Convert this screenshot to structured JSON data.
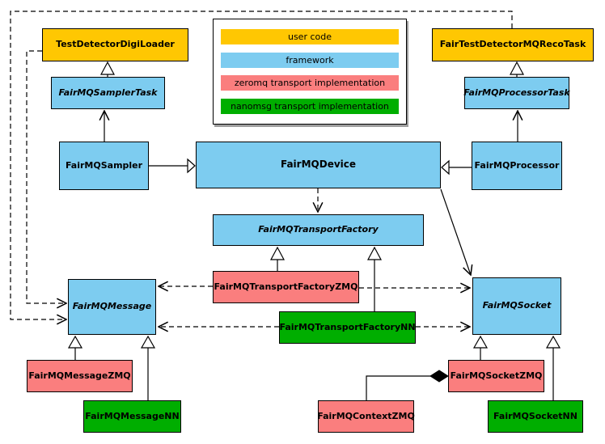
{
  "nodes": {
    "digiLoader": {
      "label": "TestDetectorDigiLoader",
      "category": "user code",
      "abstract": false
    },
    "recoTask": {
      "label": "FairTestDetectorMQRecoTask",
      "category": "user code",
      "abstract": false
    },
    "samplerTask": {
      "label": "FairMQSamplerTask",
      "category": "framework",
      "abstract": true
    },
    "processorTask": {
      "label": "FairMQProcessorTask",
      "category": "framework",
      "abstract": true
    },
    "sampler": {
      "label": "FairMQSampler",
      "category": "framework",
      "abstract": false
    },
    "device": {
      "label": "FairMQDevice",
      "category": "framework",
      "abstract": false
    },
    "processor": {
      "label": "FairMQProcessor",
      "category": "framework",
      "abstract": false
    },
    "transportFactory": {
      "label": "FairMQTransportFactory",
      "category": "framework",
      "abstract": true
    },
    "transportFactoryZMQ": {
      "label": "FairMQTransportFactoryZMQ",
      "category": "zeromq transport implementation",
      "abstract": false
    },
    "transportFactoryNN": {
      "label": "FairMQTransportFactoryNN",
      "category": "nanomsg transport implementation",
      "abstract": false
    },
    "message": {
      "label": "FairMQMessage",
      "category": "framework",
      "abstract": true
    },
    "socket": {
      "label": "FairMQSocket",
      "category": "framework",
      "abstract": true
    },
    "messageZMQ": {
      "label": "FairMQMessageZMQ",
      "category": "zeromq transport implementation",
      "abstract": false
    },
    "messageNN": {
      "label": "FairMQMessageNN",
      "category": "nanomsg transport implementation",
      "abstract": false
    },
    "socketZMQ": {
      "label": "FairMQSocketZMQ",
      "category": "zeromq transport implementation",
      "abstract": false
    },
    "contextZMQ": {
      "label": "FairMQContextZMQ",
      "category": "zeromq transport implementation",
      "abstract": false
    },
    "socketNN": {
      "label": "FairMQSocketNN",
      "category": "nanomsg transport implementation",
      "abstract": false
    }
  },
  "legend": {
    "items": [
      {
        "label": "user code",
        "color": "#FFC702"
      },
      {
        "label": "framework",
        "color": "#7DCCF0"
      },
      {
        "label": "zeromq transport implementation",
        "color": "#FA7E7E"
      },
      {
        "label": "nanomsg transport implementation",
        "color": "#00AE00"
      }
    ]
  },
  "relations": {
    "inheritance_solid_triangle": [
      "FairMQSamplerTask -> TestDetectorDigiLoader",
      "FairMQProcessorTask -> FairTestDetectorMQRecoTask",
      "FairMQSampler -> FairMQDevice",
      "FairMQProcessor -> FairMQDevice",
      "FairMQTransportFactoryZMQ -> FairMQTransportFactory",
      "FairMQTransportFactoryNN -> FairMQTransportFactory",
      "FairMQMessageZMQ -> FairMQMessage",
      "FairMQMessageNN -> FairMQMessage",
      "FairMQSocketZMQ -> FairMQSocket",
      "FairMQSocketNN -> FairMQSocket"
    ],
    "arrow_solid_vee": [
      "FairMQSampler -> FairMQSamplerTask",
      "FairMQProcessor -> FairMQProcessorTask",
      "FairMQDevice -> FairMQSocket"
    ],
    "dependency_dashed_vee": [
      "FairTestDetectorMQRecoTask -> FairMQMessage",
      "TestDetectorDigiLoader -> FairMQMessage",
      "FairMQDevice -> FairMQTransportFactory",
      "FairMQTransportFactoryZMQ -> FairMQMessage",
      "FairMQTransportFactoryZMQ -> FairMQSocket",
      "FairMQTransportFactoryNN -> FairMQMessage",
      "FairMQTransportFactoryNN -> FairMQSocket"
    ],
    "composition_diamond": [
      "FairMQContextZMQ -> FairMQSocketZMQ"
    ]
  }
}
